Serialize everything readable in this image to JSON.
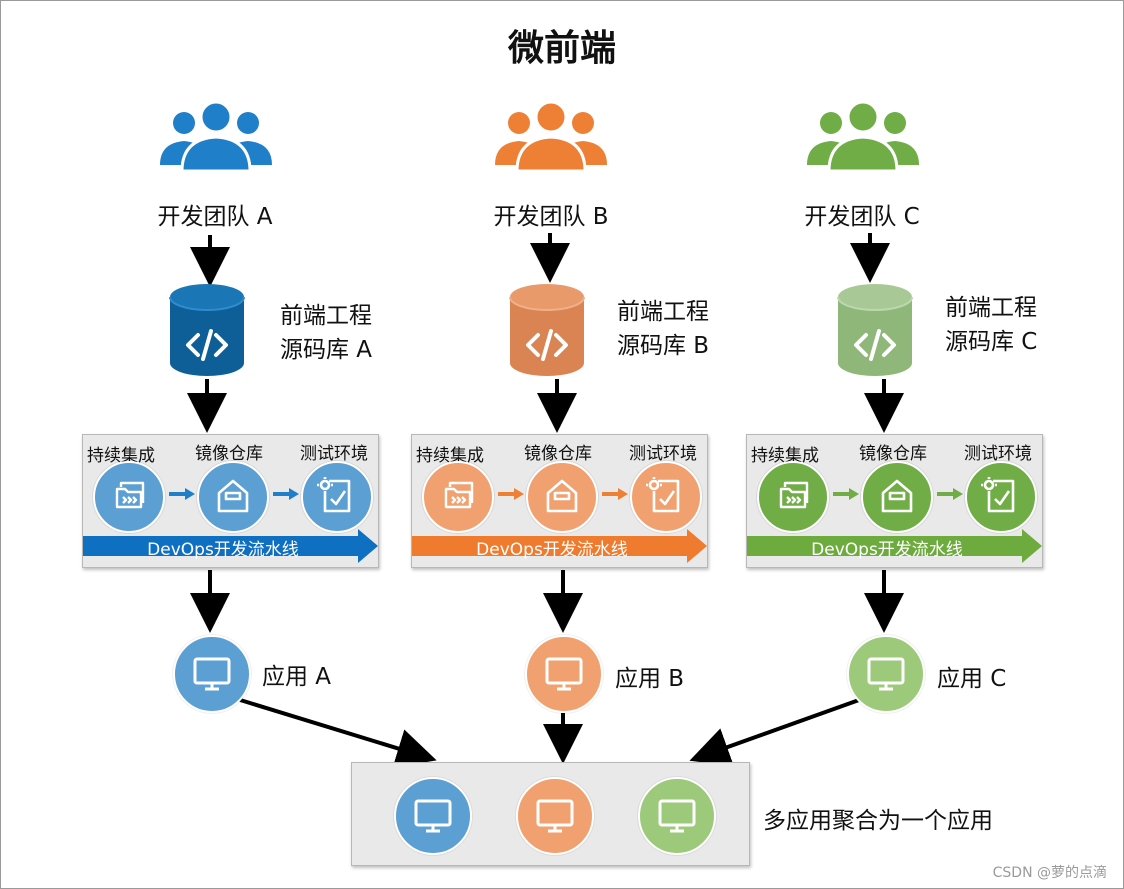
{
  "title": "微前端",
  "colors": {
    "blue": "#1f7fc8",
    "blue_light": "#5b9fd3",
    "blue_bar": "#0f6fc0",
    "orange": "#ee8035",
    "orange_light": "#f1a170",
    "orange_bar": "#ee7b2e",
    "green": "#70ad47",
    "green_light": "#9dc97a",
    "green_bar": "#6eab3f",
    "arrow": "#000000"
  },
  "teams": [
    {
      "team_label": "开发团队 A",
      "repo_line1": "前端工程",
      "repo_line2": "源码库 A",
      "stages": [
        "持续集成",
        "镜像仓库",
        "测试环境"
      ],
      "pipeline_label": "DevOps开发流水线",
      "app_label": "应用 A"
    },
    {
      "team_label": "开发团队 B",
      "repo_line1": "前端工程",
      "repo_line2": "源码库 B",
      "stages": [
        "持续集成",
        "镜像仓库",
        "测试环境"
      ],
      "pipeline_label": "DevOps开发流水线",
      "app_label": "应用 B"
    },
    {
      "team_label": "开发团队 C",
      "repo_line1": "前端工程",
      "repo_line2": "源码库 C",
      "stages": [
        "持续集成",
        "镜像仓库",
        "测试环境"
      ],
      "pipeline_label": "DevOps开发流水线",
      "app_label": "应用 C"
    }
  ],
  "aggregate_label": "多应用聚合为一个应用",
  "watermark": "CSDN @萝的点滴",
  "icons": {
    "team": "people-group-icon",
    "repo": "code-database-icon",
    "ci": "folder-pipeline-icon",
    "registry": "package-icon",
    "test": "clipboard-check-icon",
    "app": "monitor-icon"
  }
}
